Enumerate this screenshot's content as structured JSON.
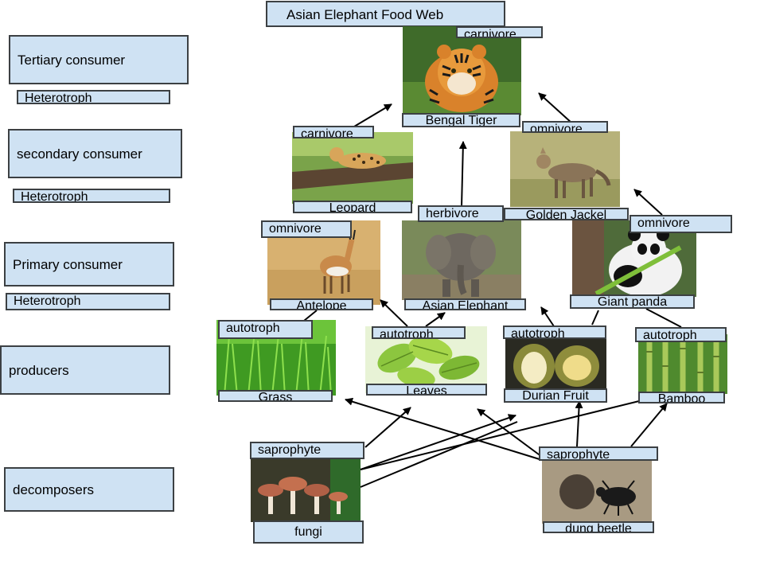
{
  "title": "Asian Elephant Food Web",
  "levels": {
    "tertiary": "Tertiary consumer",
    "secondary": "secondary consumer",
    "primary": "Primary consumer",
    "producers": "producers",
    "decomposers": "decomposers"
  },
  "level_tags": {
    "tertiary": "Heterotroph",
    "secondary": "Heterotroph",
    "primary": "Heterotroph"
  },
  "organisms": {
    "tiger": {
      "name": "Bengal Tiger",
      "role": "carnivore",
      "icon": "tiger-icon"
    },
    "leopard": {
      "name": "Leopard",
      "role": "carnivore",
      "icon": "leopard-icon"
    },
    "jackal": {
      "name": "Golden Jackel",
      "role": "omnivore",
      "icon": "jackal-icon"
    },
    "antelope": {
      "name": "Antelope",
      "role": "omnivore",
      "icon": "antelope-icon"
    },
    "elephant": {
      "name": "Asian Elephant",
      "role": "herbivore",
      "icon": "elephant-icon"
    },
    "panda": {
      "name": "Giant panda",
      "role": "omnivore",
      "icon": "panda-icon"
    },
    "grass": {
      "name": "Grass",
      "role": "autotroph",
      "icon": "grass-icon"
    },
    "leaves": {
      "name": "Leaves",
      "role": "autotroph",
      "icon": "leaves-icon"
    },
    "durian": {
      "name": "Durian Fruit",
      "role": "autotroph",
      "icon": "durian-icon"
    },
    "bamboo": {
      "name": "Bamboo",
      "role": "autotroph",
      "icon": "bamboo-icon"
    },
    "fungi": {
      "name": "fungi",
      "role": "saprophyte",
      "icon": "mushroom-icon"
    },
    "beetle": {
      "name": "dung beetle",
      "role": "saprophyte",
      "icon": "beetle-icon"
    }
  },
  "colors": {
    "label_fill": "#cfe2f3",
    "label_border": "#3c4043",
    "arrow": "#000000"
  }
}
